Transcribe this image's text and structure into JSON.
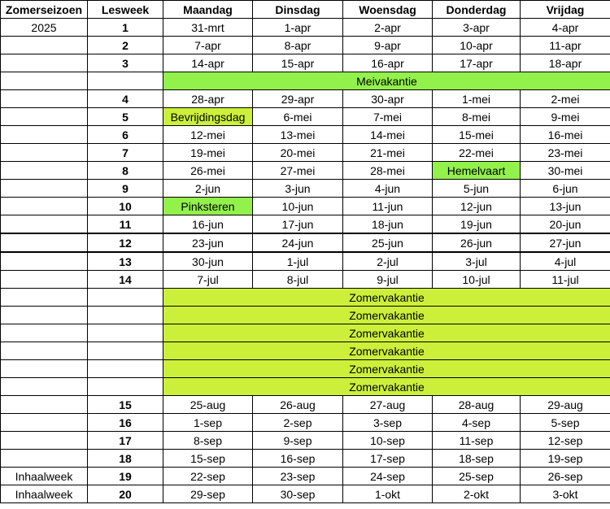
{
  "header": {
    "season": "Zomerseizoen",
    "week": "Lesweek",
    "days": [
      "Maandag",
      "Dinsdag",
      "Woensdag",
      "Donderdag",
      "Vrijdag"
    ]
  },
  "rows": [
    {
      "type": "week",
      "label": "2025",
      "week": "1",
      "days": [
        "31-mrt",
        "1-apr",
        "2-apr",
        "3-apr",
        "4-apr"
      ]
    },
    {
      "type": "week",
      "label": "",
      "week": "2",
      "days": [
        "7-apr",
        "8-apr",
        "9-apr",
        "10-apr",
        "11-apr"
      ]
    },
    {
      "type": "week",
      "label": "",
      "week": "3",
      "days": [
        "14-apr",
        "15-apr",
        "16-apr",
        "17-apr",
        "18-apr"
      ]
    },
    {
      "type": "holiday",
      "label": "",
      "week": "",
      "text": "Meivakantie",
      "color": "#92f14a"
    },
    {
      "type": "week",
      "label": "",
      "week": "4",
      "days": [
        "28-apr",
        "29-apr",
        "30-apr",
        "1-mei",
        "2-mei"
      ]
    },
    {
      "type": "week",
      "label": "",
      "week": "5",
      "days": [
        "Bevrijdingsdag",
        "6-mei",
        "7-mei",
        "8-mei",
        "9-mei"
      ],
      "highlight": [
        0
      ],
      "highlight_color": "#ccf03a"
    },
    {
      "type": "week",
      "label": "",
      "week": "6",
      "days": [
        "12-mei",
        "13-mei",
        "14-mei",
        "15-mei",
        "16-mei"
      ]
    },
    {
      "type": "week",
      "label": "",
      "week": "7",
      "days": [
        "19-mei",
        "20-mei",
        "21-mei",
        "22-mei",
        "23-mei"
      ]
    },
    {
      "type": "week",
      "label": "",
      "week": "8",
      "days": [
        "26-mei",
        "27-mei",
        "28-mei",
        "Hemelvaart",
        "30-mei"
      ],
      "highlight": [
        3
      ],
      "highlight_color": "#92f14a"
    },
    {
      "type": "week",
      "label": "",
      "week": "9",
      "days": [
        "2-jun",
        "3-jun",
        "4-jun",
        "5-jun",
        "6-jun"
      ]
    },
    {
      "type": "week",
      "label": "",
      "week": "10",
      "days": [
        "Pinksteren",
        "10-jun",
        "11-jun",
        "12-jun",
        "13-jun"
      ],
      "highlight": [
        0
      ],
      "highlight_color": "#92f14a"
    },
    {
      "type": "week",
      "label": "",
      "week": "11",
      "days": [
        "16-jun",
        "17-jun",
        "18-jun",
        "19-jun",
        "20-jun"
      ]
    },
    {
      "type": "week",
      "label": "",
      "week": "12",
      "days": [
        "23-jun",
        "24-jun",
        "25-jun",
        "26-jun",
        "27-jun"
      ],
      "thick_top": true
    },
    {
      "type": "week",
      "label": "",
      "week": "13",
      "days": [
        "30-jun",
        "1-jul",
        "2-jul",
        "3-jul",
        "4-jul"
      ],
      "thick_top": true
    },
    {
      "type": "week",
      "label": "",
      "week": "14",
      "days": [
        "7-jul",
        "8-jul",
        "9-jul",
        "10-jul",
        "11-jul"
      ]
    },
    {
      "type": "holiday",
      "label": "",
      "week": "",
      "text": "Zomervakantie",
      "color": "#ccf03a"
    },
    {
      "type": "holiday",
      "label": "",
      "week": "",
      "text": "Zomervakantie",
      "color": "#ccf03a"
    },
    {
      "type": "holiday",
      "label": "",
      "week": "",
      "text": "Zomervakantie",
      "color": "#ccf03a"
    },
    {
      "type": "holiday",
      "label": "",
      "week": "",
      "text": "Zomervakantie",
      "color": "#ccf03a"
    },
    {
      "type": "holiday",
      "label": "",
      "week": "",
      "text": "Zomervakantie",
      "color": "#ccf03a"
    },
    {
      "type": "holiday",
      "label": "",
      "week": "",
      "text": "Zomervakantie",
      "color": "#ccf03a"
    },
    {
      "type": "week",
      "label": "",
      "week": "15",
      "days": [
        "25-aug",
        "26-aug",
        "27-aug",
        "28-aug",
        "29-aug"
      ]
    },
    {
      "type": "week",
      "label": "",
      "week": "16",
      "days": [
        "1-sep",
        "2-sep",
        "3-sep",
        "4-sep",
        "5-sep"
      ]
    },
    {
      "type": "week",
      "label": "",
      "week": "17",
      "days": [
        "8-sep",
        "9-sep",
        "10-sep",
        "11-sep",
        "12-sep"
      ]
    },
    {
      "type": "week",
      "label": "",
      "week": "18",
      "days": [
        "15-sep",
        "16-sep",
        "17-sep",
        "18-sep",
        "19-sep"
      ]
    },
    {
      "type": "week",
      "label": "Inhaalweek",
      "week": "19",
      "days": [
        "22-sep",
        "23-sep",
        "24-sep",
        "25-sep",
        "26-sep"
      ]
    },
    {
      "type": "week",
      "label": "Inhaalweek",
      "week": "20",
      "days": [
        "29-sep",
        "30-sep",
        "1-okt",
        "2-okt",
        "3-okt"
      ]
    }
  ]
}
